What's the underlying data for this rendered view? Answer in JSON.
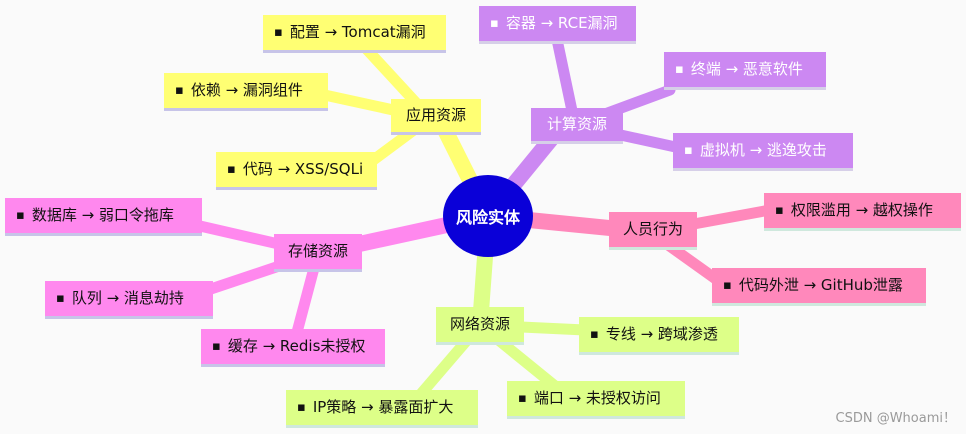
{
  "center": {
    "label": "风险实体"
  },
  "branches": {
    "app": {
      "label": "应用资源",
      "leaves": [
        "配置 → Tomcat漏洞",
        "依赖 → 漏洞组件",
        "代码 → XSS/SQLi"
      ]
    },
    "compute": {
      "label": "计算资源",
      "leaves": [
        "容器 → RCE漏洞",
        "终端 → 恶意软件",
        "虚拟机 → 逃逸攻击"
      ]
    },
    "people": {
      "label": "人员行为",
      "leaves": [
        "权限滥用 → 越权操作",
        "代码外泄 → GitHub泄露"
      ]
    },
    "storage": {
      "label": "存储资源",
      "leaves": [
        "数据库 → 弱口令拖库",
        "队列 → 消息劫持",
        "缓存 → Redis未授权"
      ]
    },
    "network": {
      "label": "网络资源",
      "leaves": [
        "专线 → 跨域渗透",
        "IP策略 → 暴露面扩大",
        "端口 → 未授权访问"
      ]
    }
  },
  "bullet": "▪",
  "colors": {
    "app": "#ffff73",
    "compute": "#cc88f2",
    "people": "#ff88bb",
    "storage": "#ff88ee",
    "network": "#ddff88",
    "center": "#0a00d8"
  },
  "watermark": "CSDN @Whoami！"
}
